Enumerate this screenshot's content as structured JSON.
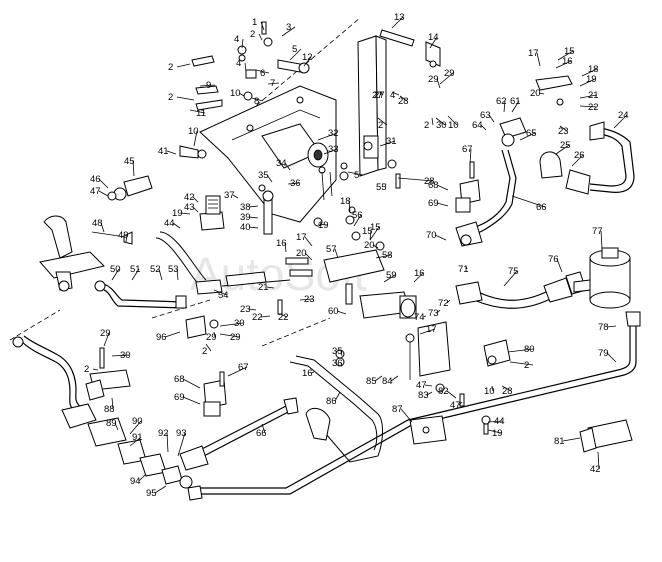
{
  "watermark": "AutoSoft",
  "callouts": [
    "1",
    "2",
    "3",
    "4",
    "5",
    "6",
    "7",
    "8",
    "9",
    "10",
    "11",
    "12",
    "13",
    "14",
    "15",
    "16",
    "17",
    "18",
    "19",
    "20",
    "21",
    "22",
    "23",
    "24",
    "25",
    "26",
    "27",
    "28",
    "29",
    "30",
    "31",
    "32",
    "33",
    "34",
    "35",
    "36",
    "37",
    "38",
    "39",
    "40",
    "41",
    "42",
    "43",
    "44",
    "45",
    "46",
    "47",
    "48",
    "49",
    "50",
    "51",
    "52",
    "53",
    "54",
    "55",
    "56",
    "57",
    "58",
    "59",
    "60",
    "61",
    "62",
    "63",
    "64",
    "65",
    "66",
    "67",
    "68",
    "69",
    "70",
    "71",
    "72",
    "73",
    "74",
    "75",
    "76",
    "77",
    "78",
    "79",
    "80",
    "81",
    "82",
    "83",
    "84",
    "85",
    "86",
    "87",
    "88",
    "89",
    "90",
    "91",
    "92",
    "93",
    "94",
    "95",
    "96"
  ]
}
